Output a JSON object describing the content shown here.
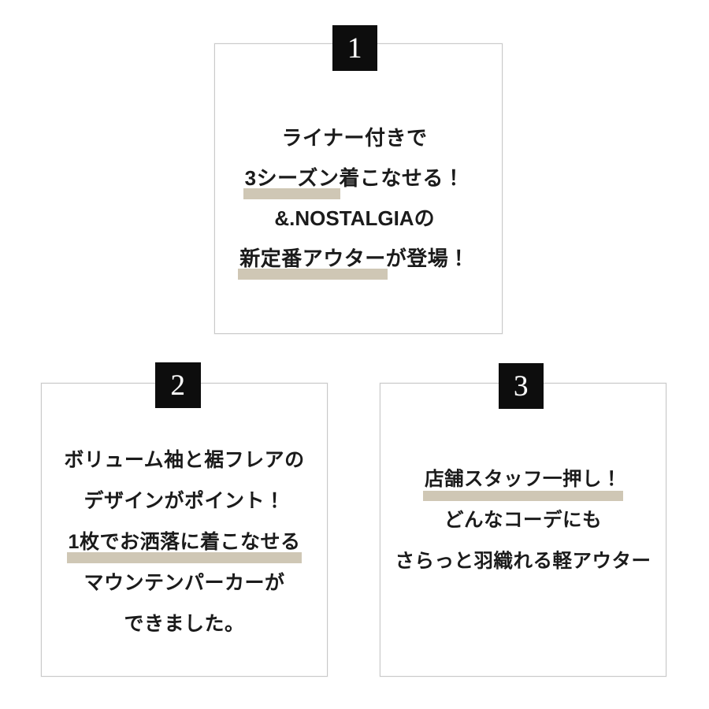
{
  "page": {
    "background_color": "#ffffff",
    "text_color": "#1b1b1b",
    "highlight_color": "#cfc7b5",
    "border_color": "#c9c9c9",
    "badge_background": "#0d0d0d",
    "badge_text_color": "#ffffff"
  },
  "panels": [
    {
      "badge": "1",
      "lines": [
        {
          "segments": [
            {
              "text": "ライナー付きで",
              "highlight": false
            }
          ]
        },
        {
          "segments": [
            {
              "text": "3シーズン",
              "highlight": true
            },
            {
              "text": "着こなせる！",
              "highlight": false
            }
          ]
        },
        {
          "segments": [
            {
              "text": "&.NOSTALGIAの",
              "highlight": false
            }
          ]
        },
        {
          "segments": [
            {
              "text": "新定番アウター",
              "highlight": true
            },
            {
              "text": "が登場！",
              "highlight": false
            }
          ]
        }
      ]
    },
    {
      "badge": "2",
      "lines": [
        {
          "segments": [
            {
              "text": "ボリューム袖と裾フレアの",
              "highlight": false
            }
          ]
        },
        {
          "segments": [
            {
              "text": "デザインがポイント！",
              "highlight": false
            }
          ]
        },
        {
          "segments": [
            {
              "text": "1枚でお洒落に着こなせる",
              "highlight": true
            }
          ]
        },
        {
          "segments": [
            {
              "text": "マウンテンパーカーが",
              "highlight": false
            }
          ]
        },
        {
          "segments": [
            {
              "text": "できました。",
              "highlight": false
            }
          ]
        }
      ]
    },
    {
      "badge": "3",
      "lines": [
        {
          "segments": [
            {
              "text": "店舗スタッフ一押し！",
              "highlight": true
            }
          ]
        },
        {
          "segments": [
            {
              "text": "どんなコーデにも",
              "highlight": false
            }
          ]
        },
        {
          "segments": [
            {
              "text": "さらっと羽織れる軽アウター",
              "highlight": false
            }
          ]
        }
      ]
    }
  ]
}
